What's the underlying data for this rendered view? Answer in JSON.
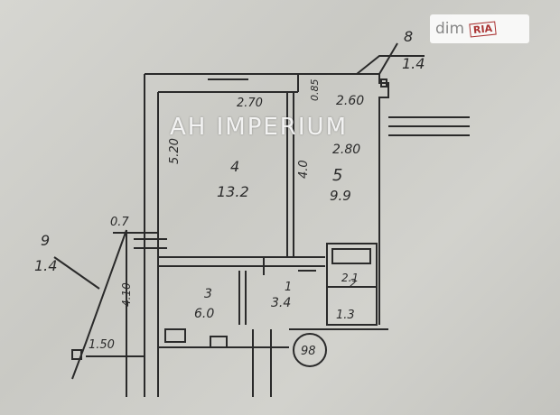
{
  "watermark": "AH IMPERIUM",
  "logo": {
    "dim": "dim",
    "ria": "RIA"
  },
  "rooms": [
    {
      "number": "4",
      "area": "13.2"
    },
    {
      "number": "5",
      "area": "9.9"
    },
    {
      "number": "3",
      "area": "6.0"
    },
    {
      "number": "1",
      "area": "3.4"
    },
    {
      "number": "2",
      "area": "1.3"
    },
    {
      "number": "8",
      "area": "1.4"
    },
    {
      "number": "9",
      "area": "1.4"
    }
  ],
  "dimensions": [
    "2.70",
    "2.60",
    "2.80",
    "5.20",
    "4.0",
    "0.7",
    "1.50",
    "4.10",
    "2.1",
    "0.85",
    "98"
  ],
  "colors": {
    "line": "#2a2a2a",
    "paper": "#d0d0cb"
  }
}
